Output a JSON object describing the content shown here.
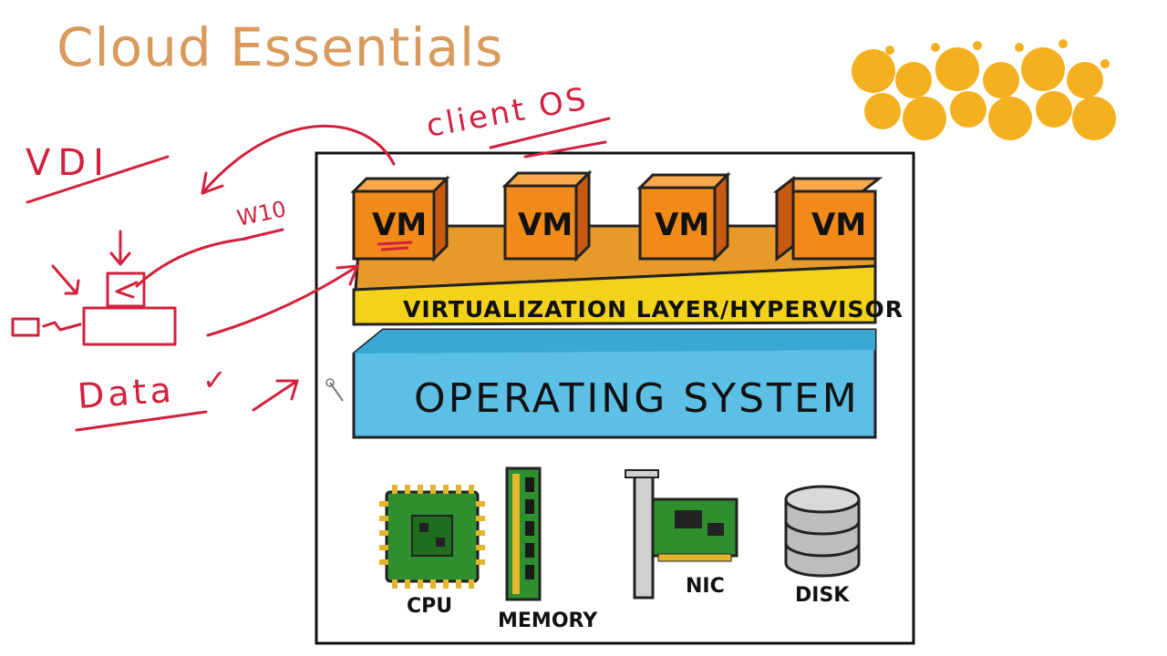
{
  "title": "Cloud Essentials",
  "annotations": {
    "vdi": "VDI",
    "client_os": "client OS",
    "w10": "W10",
    "data": "Data",
    "check": "✓"
  },
  "diagram": {
    "vm_label": "VM",
    "vms": [
      "VM",
      "VM",
      "VM",
      "VM"
    ],
    "hypervisor": "VIRTUALIZATION LAYER/HYPERVISOR",
    "operating_system": "OPERATING SYSTEM",
    "hardware": [
      "CPU",
      "MEMORY",
      "NIC",
      "DISK"
    ]
  },
  "colors": {
    "title": "#d99a5b",
    "annotation_red": "#d3203c",
    "vm_orange": "#f28a1a",
    "vm_dark": "#c85a10",
    "platform": "#e59a2a",
    "hypervisor_yellow": "#f3d21c",
    "os_blue": "#5bbfe6",
    "cpu_green": "#2f8f2f",
    "logo_gold": "#f5b020",
    "disk_grey": "#bdbdbd"
  }
}
